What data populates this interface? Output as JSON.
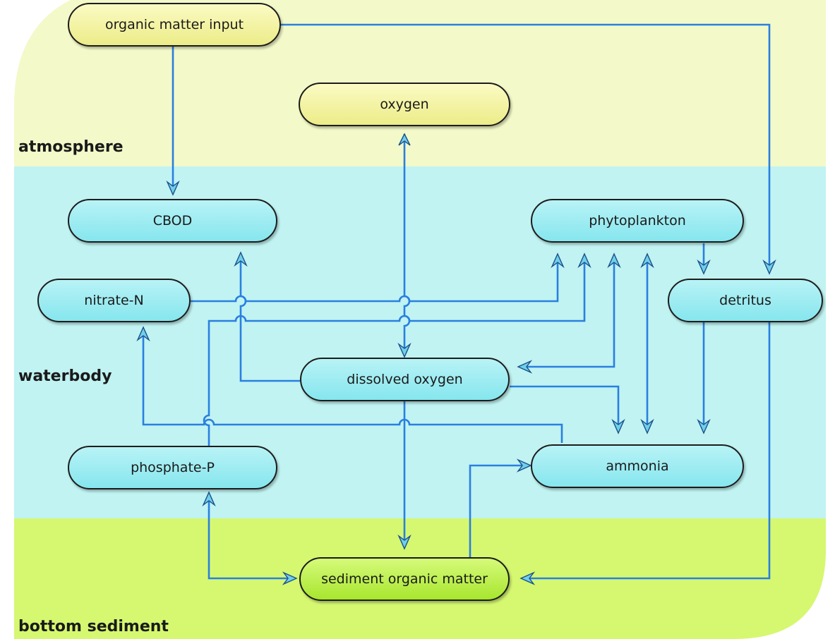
{
  "colors": {
    "atmosphere": "#f3f9c8",
    "waterbody": "#c0f3f2",
    "sediment": "#d5f870",
    "flow_line": "#2a7fe0"
  },
  "zones": {
    "atmosphere": "atmosphere",
    "waterbody": "waterbody",
    "sediment": "bottom sediment"
  },
  "nodes": {
    "organic_matter_input": "organic matter input",
    "oxygen": "oxygen",
    "cbod": "CBOD",
    "phytoplankton": "phytoplankton",
    "nitrate_n": "nitrate-N",
    "detritus": "detritus",
    "dissolved_oxygen": "dissolved oxygen",
    "phosphate_p": "phosphate-P",
    "ammonia": "ammonia",
    "sediment_organic_matter": "sediment organic matter"
  },
  "flows": [
    {
      "from": "organic matter input",
      "to": "CBOD"
    },
    {
      "from": "organic matter input",
      "to": "detritus"
    },
    {
      "from": "oxygen",
      "to": "dissolved oxygen",
      "bidirectional": true
    },
    {
      "from": "dissolved oxygen",
      "to": "CBOD"
    },
    {
      "from": "nitrate-N",
      "to": "phytoplankton"
    },
    {
      "from": "phosphate-P",
      "to": "phytoplankton"
    },
    {
      "from": "phytoplankton",
      "to": "dissolved oxygen",
      "bidirectional": true
    },
    {
      "from": "phytoplankton",
      "to": "ammonia",
      "bidirectional": true
    },
    {
      "from": "phytoplankton",
      "to": "detritus"
    },
    {
      "from": "detritus",
      "to": "ammonia"
    },
    {
      "from": "detritus",
      "to": "sediment organic matter"
    },
    {
      "from": "dissolved oxygen",
      "to": "ammonia"
    },
    {
      "from": "ammonia",
      "to": "nitrate-N"
    },
    {
      "from": "dissolved oxygen",
      "to": "sediment organic matter"
    },
    {
      "from": "sediment organic matter",
      "to": "ammonia"
    },
    {
      "from": "phosphate-P",
      "to": "sediment organic matter",
      "bidirectional": true
    }
  ]
}
